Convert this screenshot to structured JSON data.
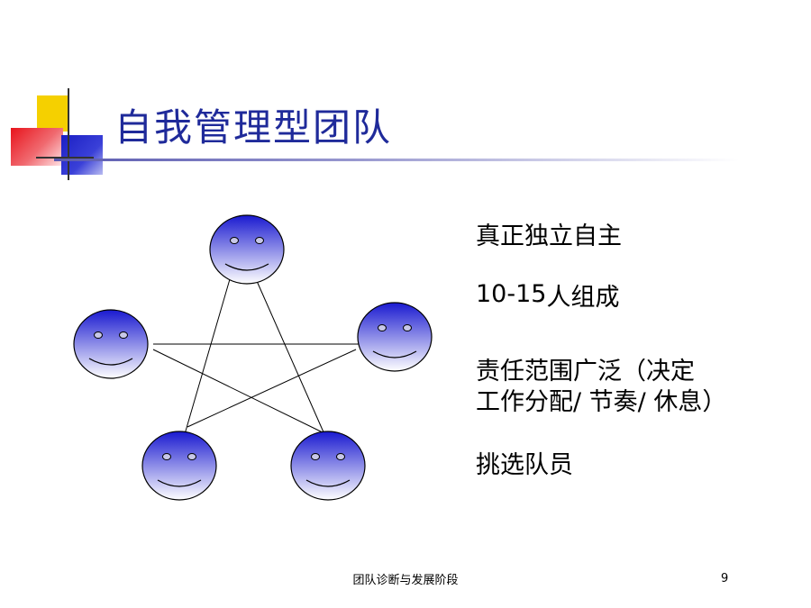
{
  "slide": {
    "title": "自我管理型团队",
    "bullets": {
      "b1": "真正独立自主",
      "b2_num": "10-15",
      "b2_text": "人组成",
      "b3_line1": "责任范围广泛（决定",
      "b3_line2": "工作分配/ 节奏/ 休息）",
      "b4": "挑选队员"
    },
    "footer": "团队诊断与发展阶段",
    "page_number": "9"
  },
  "diagram": {
    "faces": [
      "smiley-face",
      "smiley-face",
      "smiley-face",
      "smiley-face",
      "smiley-face"
    ],
    "connection": "pentagram",
    "face_gradient": [
      "#1a1ad0",
      "#ffffff"
    ]
  },
  "colors": {
    "title": "#1f2a9a",
    "accent_yellow": "#f5d000",
    "accent_red": "#e8141c",
    "accent_blue": "#1b1fc4"
  }
}
